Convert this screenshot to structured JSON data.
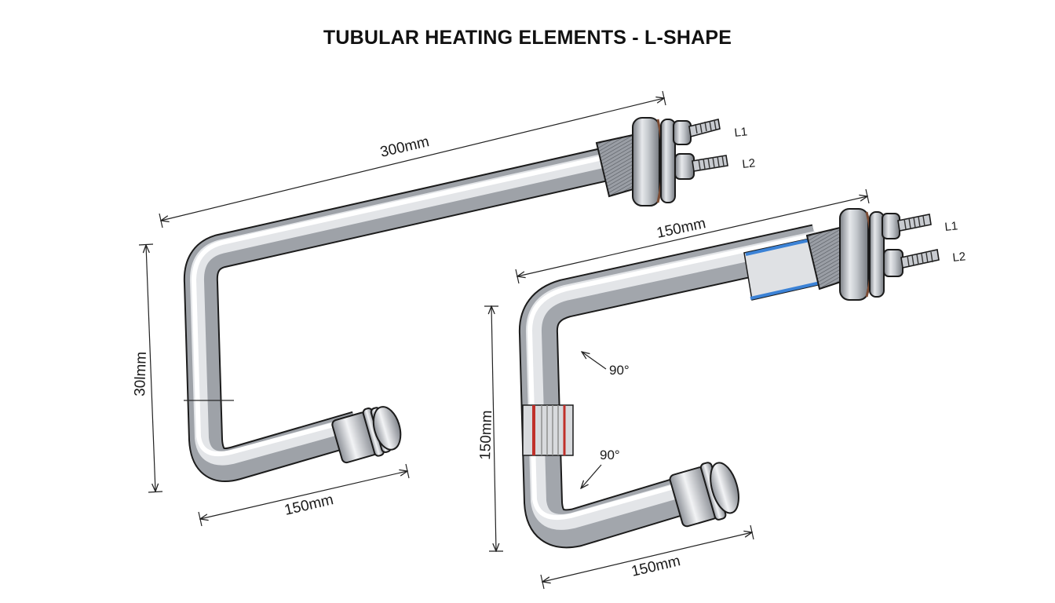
{
  "title": "TUBULAR HEATING ELEMENTS - L-SHAPE",
  "colors": {
    "tube_light": "#f4f5f7",
    "tube_mid": "#b9bdc3",
    "tube_dark": "#6f737a",
    "outline": "#1b1b1b",
    "dimension_line": "#222222",
    "gasket": "#7a4a32",
    "blue_band": "#3b82d6",
    "red_band": "#c0302a"
  },
  "element_left": {
    "length_top": "300mm",
    "height": "30lmm",
    "length_bottom": "150mm",
    "terminal_1": "L1",
    "terminal_2": "L2"
  },
  "element_right": {
    "length_top": "150mm",
    "height": "150mm",
    "length_bottom": "150mm",
    "angle_upper": "90°",
    "angle_lower": "90°",
    "terminal_1": "L1",
    "terminal_2": "L2"
  },
  "icons": [
    "heating-element-tube-icon",
    "terminal-flange-icon",
    "threaded-stud-icon",
    "end-cap-icon"
  ]
}
